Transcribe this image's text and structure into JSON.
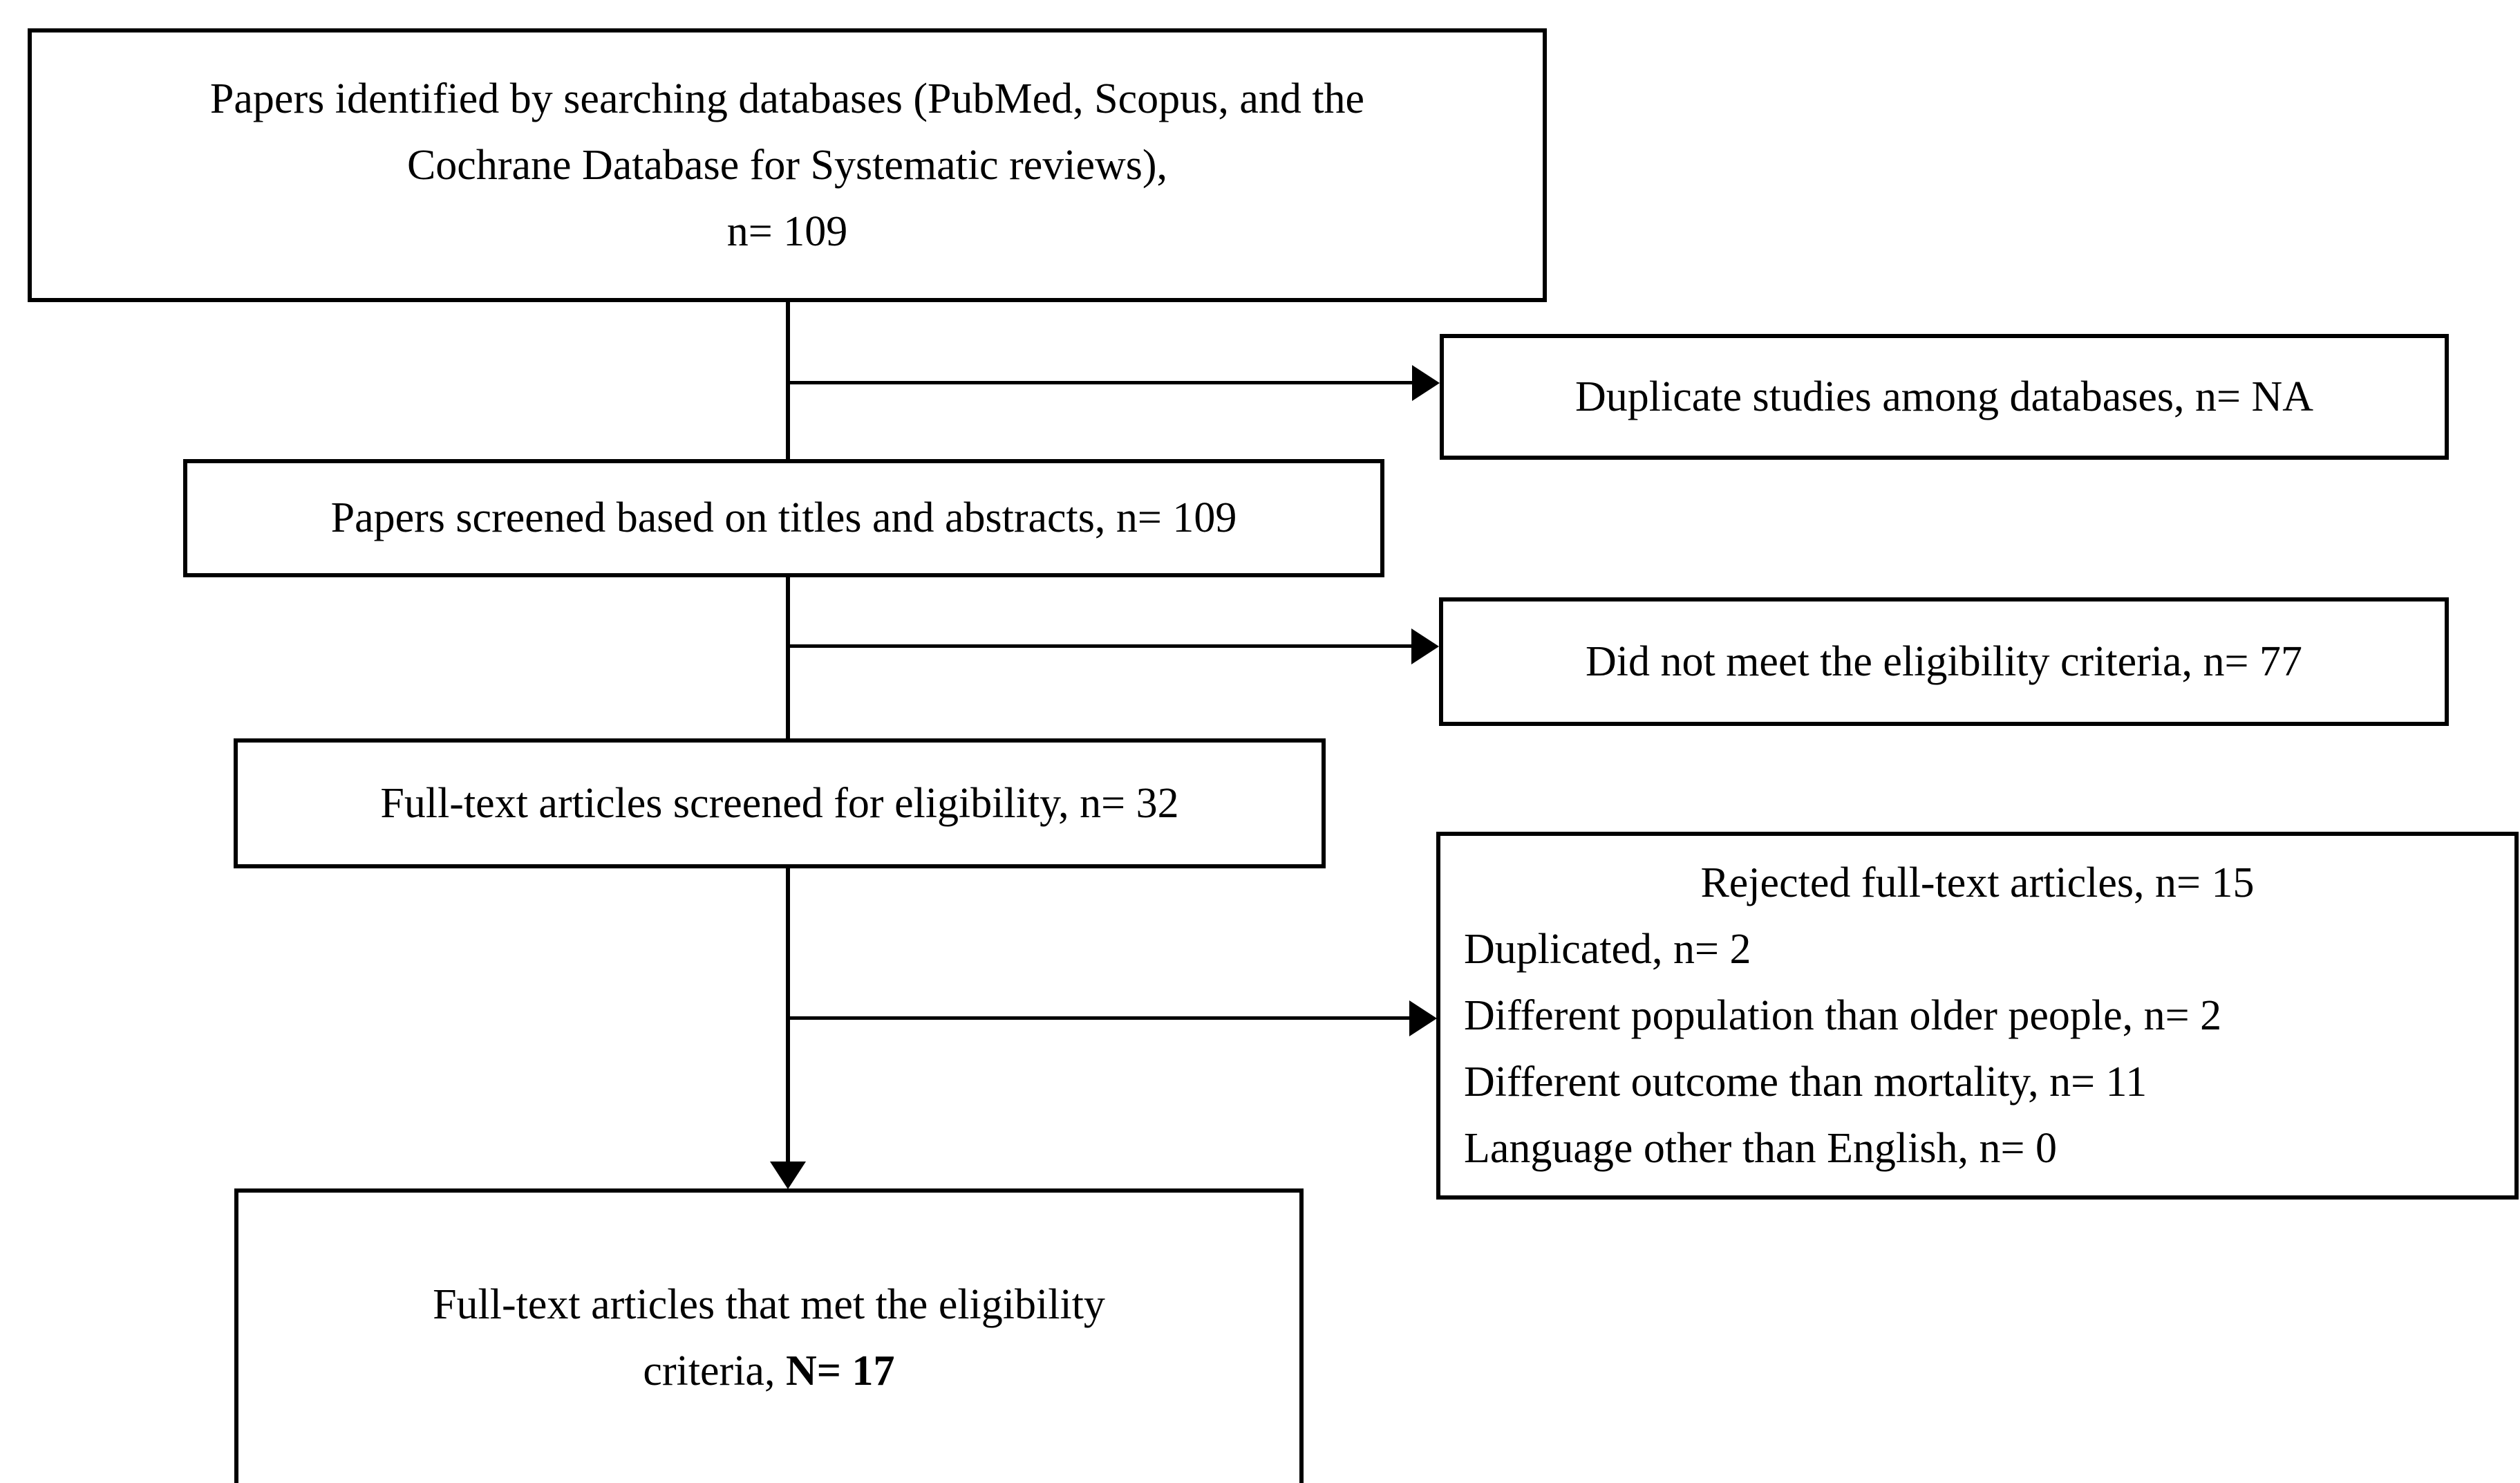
{
  "diagram": {
    "title": "PRISMA study selection flow diagram",
    "type": "flowchart",
    "stroke_color": "#000000",
    "background_color": "#ffffff"
  },
  "boxes": {
    "identified": {
      "line1": "Papers identified by searching databases (PubMed, Scopus, and the",
      "line2": "Cochrane Database for Systematic reviews),",
      "line3": "n= 109"
    },
    "duplicates": {
      "line1": "Duplicate studies among databases, n= NA"
    },
    "screened": {
      "line1": "Papers screened based on titles and abstracts, n= 109"
    },
    "not_eligible": {
      "line1": "Did not meet the eligibility criteria, n= 77"
    },
    "fulltext_screened": {
      "line1": "Full-text articles screened for eligibility, n= 32"
    },
    "rejected": {
      "header": "Rejected full-text articles, n= 15",
      "reasons": [
        "Duplicated, n= 2",
        "Different population than older people, n= 2",
        "Different outcome than mortality, n= 11",
        "Language other than English, n= 0"
      ]
    },
    "included": {
      "line1": "Full-text articles that met the eligibility",
      "line2_prefix": "criteria, ",
      "line2_bold": "N= 17"
    }
  },
  "chart_data": {
    "type": "flow",
    "title": "PRISMA study selection flow diagram",
    "nodes": [
      {
        "id": "identified",
        "label": "Papers identified by searching databases (PubMed, Scopus, and the Cochrane Database for Systematic reviews), n= 109",
        "n": 109
      },
      {
        "id": "duplicates",
        "label": "Duplicate studies among databases, n= NA",
        "n": null
      },
      {
        "id": "screened",
        "label": "Papers screened based on titles and abstracts, n= 109",
        "n": 109
      },
      {
        "id": "not_eligible",
        "label": "Did not meet the eligibility criteria, n= 77",
        "n": 77
      },
      {
        "id": "fulltext_screened",
        "label": "Full-text articles screened for eligibility, n= 32",
        "n": 32
      },
      {
        "id": "rejected",
        "label": "Rejected full-text articles, n= 15",
        "n": 15
      },
      {
        "id": "included",
        "label": "Full-text articles that met the eligibility criteria, N= 17",
        "n": 17
      }
    ],
    "rejection_breakdown": [
      {
        "reason": "Duplicated",
        "n": 2
      },
      {
        "reason": "Different population than older people",
        "n": 2
      },
      {
        "reason": "Different outcome than mortality",
        "n": 11
      },
      {
        "reason": "Language other than English",
        "n": 0
      }
    ],
    "edges": [
      {
        "from": "identified",
        "to": "duplicates",
        "direction": "right"
      },
      {
        "from": "identified",
        "to": "screened",
        "direction": "down"
      },
      {
        "from": "screened",
        "to": "not_eligible",
        "direction": "right"
      },
      {
        "from": "screened",
        "to": "fulltext_screened",
        "direction": "down"
      },
      {
        "from": "fulltext_screened",
        "to": "rejected",
        "direction": "right"
      },
      {
        "from": "fulltext_screened",
        "to": "included",
        "direction": "down"
      }
    ]
  }
}
